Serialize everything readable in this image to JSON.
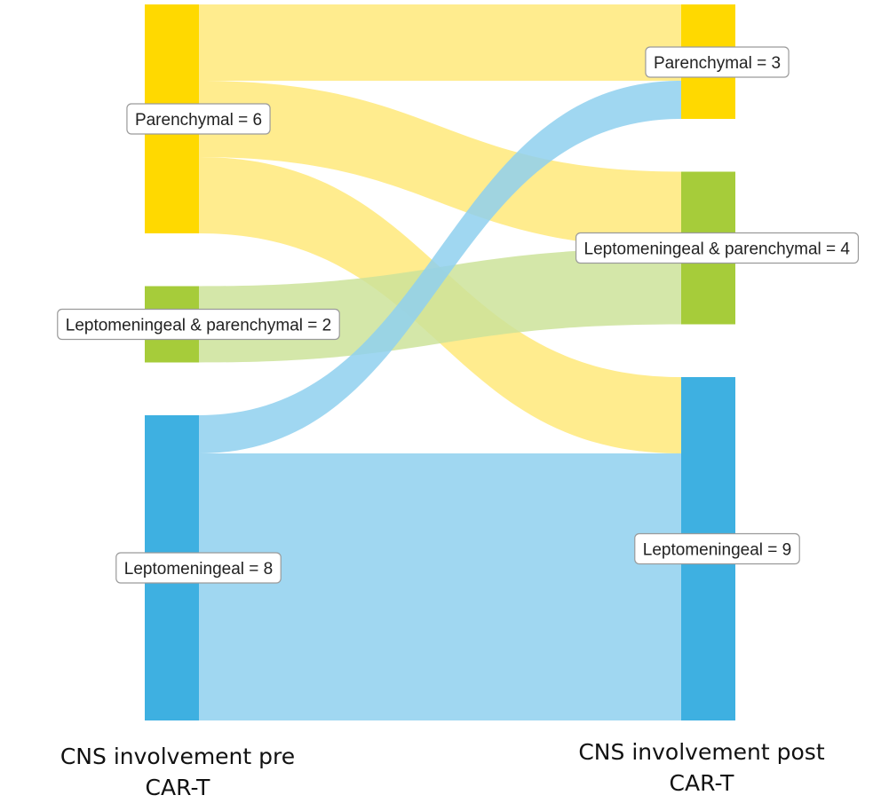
{
  "chart_data": {
    "type": "sankey",
    "stages": [
      {
        "caption_line1": "CNS involvement pre",
        "caption_line2": "CAR-T"
      },
      {
        "caption_line1": "CNS involvement post",
        "caption_line2": "CAR-T"
      }
    ],
    "nodes": [
      {
        "id": "pre_par",
        "stage": 0,
        "name": "Parenchymal",
        "value": 6,
        "label": "Parenchymal = 6",
        "color": "#FFD900"
      },
      {
        "id": "pre_lp",
        "stage": 0,
        "name": "Leptomeningeal & parenchymal",
        "value": 2,
        "label": "Leptomeningeal & parenchymal = 2",
        "color": "#A6CC3A"
      },
      {
        "id": "pre_lep",
        "stage": 0,
        "name": "Leptomeningeal",
        "value": 8,
        "label": "Leptomeningeal = 8",
        "color": "#3EB0E1"
      },
      {
        "id": "post_par",
        "stage": 1,
        "name": "Parenchymal",
        "value": 3,
        "label": "Parenchymal = 3",
        "color": "#FFD900"
      },
      {
        "id": "post_lp",
        "stage": 1,
        "name": "Leptomeningeal & parenchymal",
        "value": 4,
        "label": "Leptomeningeal & parenchymal = 4",
        "color": "#A6CC3A"
      },
      {
        "id": "post_lep",
        "stage": 1,
        "name": "Leptomeningeal",
        "value": 9,
        "label": "Leptomeningeal = 9",
        "color": "#3EB0E1"
      }
    ],
    "links": [
      {
        "source": "pre_par",
        "target": "post_par",
        "value": 2,
        "color": "#FFE97A"
      },
      {
        "source": "pre_par",
        "target": "post_lp",
        "value": 2,
        "color": "#FFE97A"
      },
      {
        "source": "pre_par",
        "target": "post_lep",
        "value": 2,
        "color": "#FFE97A"
      },
      {
        "source": "pre_lp",
        "target": "post_lp",
        "value": 2,
        "color": "#CDE39A"
      },
      {
        "source": "pre_lep",
        "target": "post_par",
        "value": 1,
        "color": "#8FD0EE"
      },
      {
        "source": "pre_lep",
        "target": "post_lep",
        "value": 7,
        "color": "#8FD0EE"
      }
    ]
  }
}
